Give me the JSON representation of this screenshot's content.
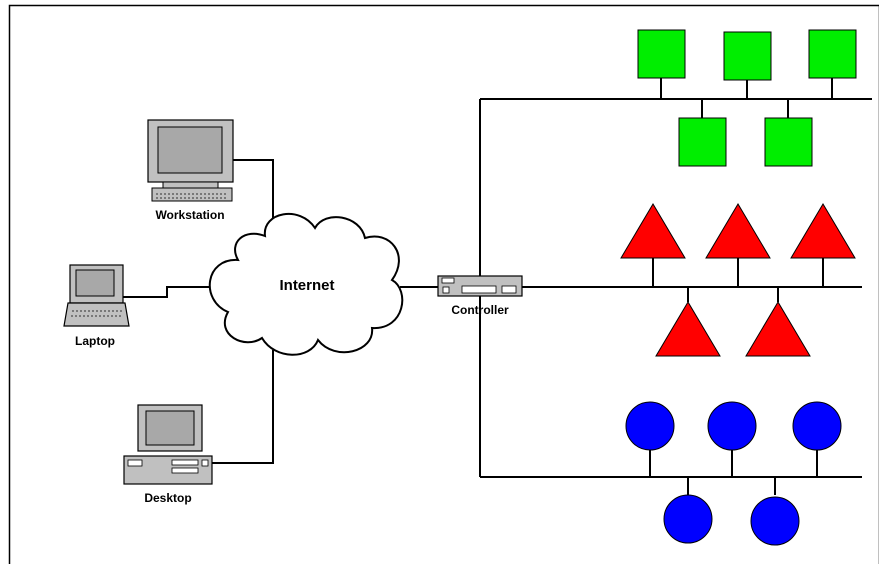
{
  "labels": {
    "workstation": "Workstation",
    "laptop": "Laptop",
    "desktop": "Desktop",
    "internet": "Internet",
    "controller": "Controller"
  },
  "colors": {
    "square_nodes": "#00ee00",
    "triangle_nodes": "#ff0000",
    "circle_nodes": "#0000ff",
    "lines": "#000000",
    "device_body": "#c0c0c0"
  },
  "networks": [
    {
      "shape": "square",
      "top_nodes": 3,
      "bottom_nodes": 2
    },
    {
      "shape": "triangle",
      "top_nodes": 3,
      "bottom_nodes": 2
    },
    {
      "shape": "circle",
      "top_nodes": 3,
      "bottom_nodes": 2
    }
  ]
}
